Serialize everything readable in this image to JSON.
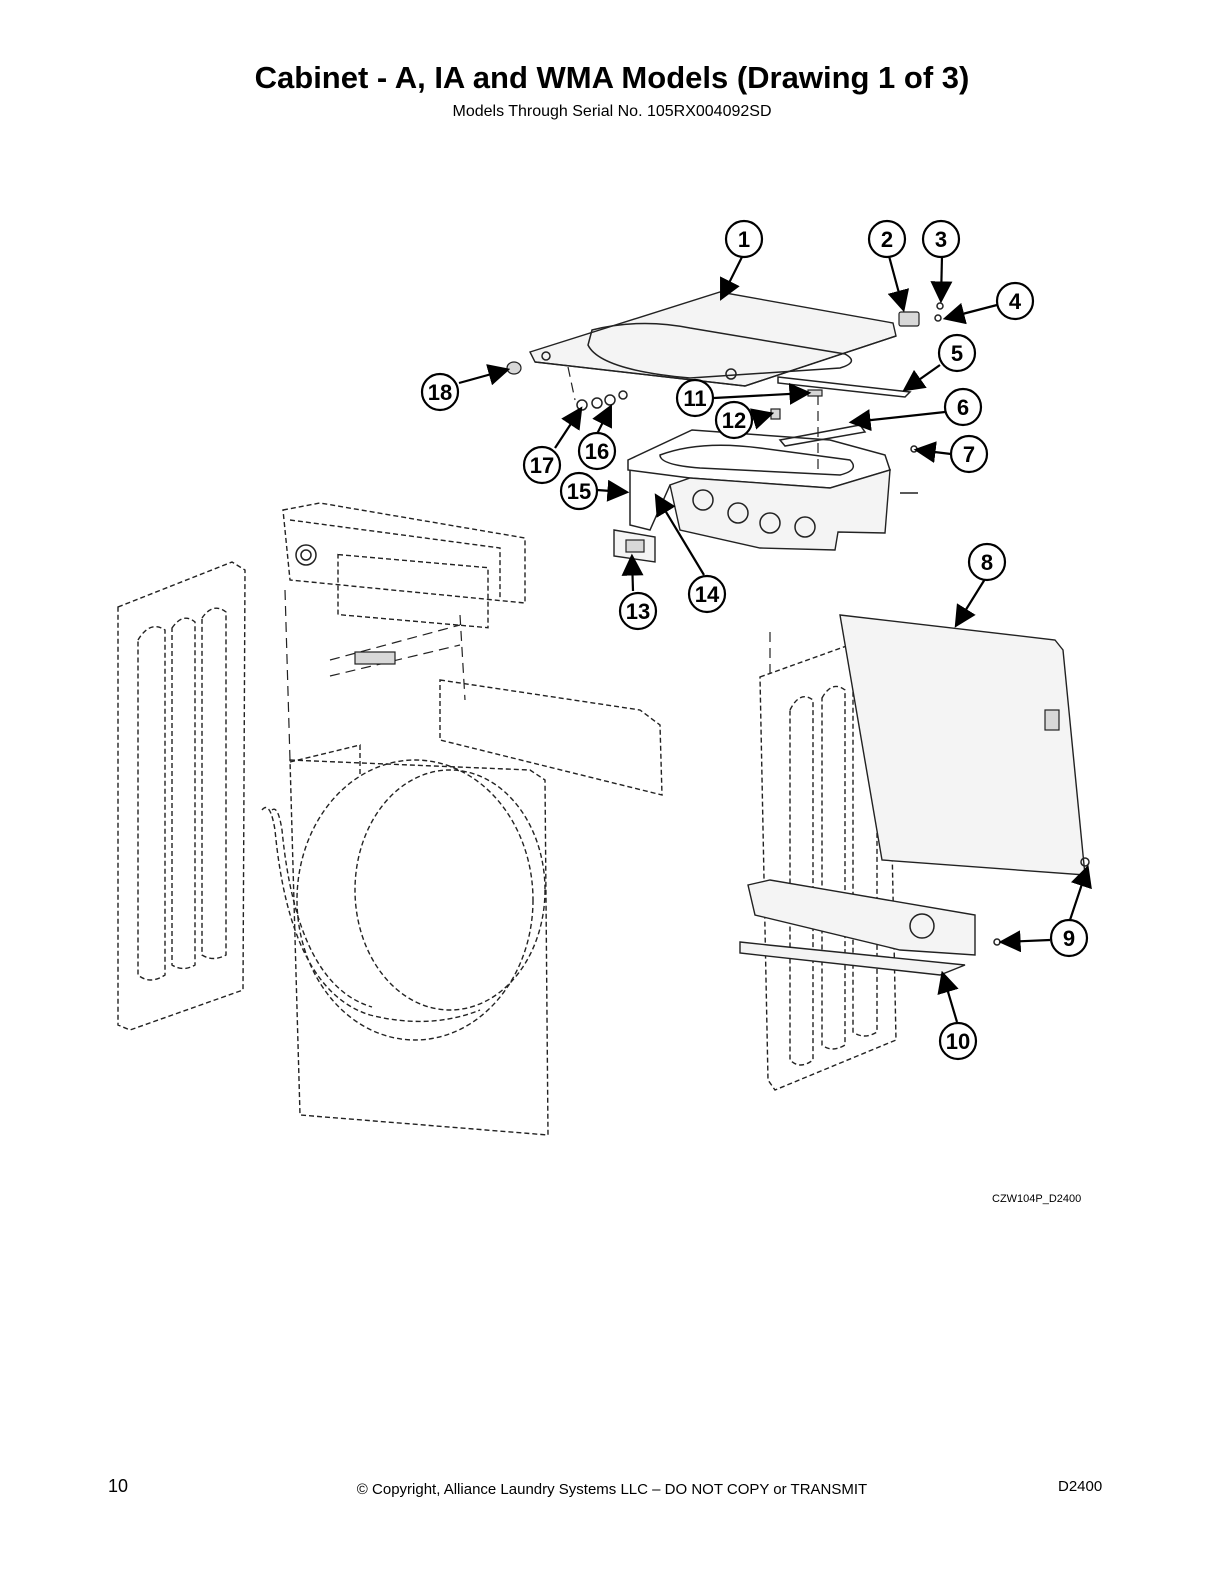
{
  "header": {
    "title": "Cabinet - A, IA and WMA Models (Drawing 1 of 3)",
    "subtitle": "Models Through Serial No. 105RX004092SD"
  },
  "diagram": {
    "drawing_id": "CZW104P_D2400",
    "callouts": [
      "1",
      "2",
      "3",
      "4",
      "5",
      "6",
      "7",
      "8",
      "9",
      "10",
      "11",
      "12",
      "13",
      "14",
      "15",
      "16",
      "17",
      "18"
    ]
  },
  "footer": {
    "page_number": "10",
    "copyright": "© Copyright, Alliance Laundry Systems LLC – DO NOT COPY or TRANSMIT",
    "doc_number": "D2400"
  }
}
